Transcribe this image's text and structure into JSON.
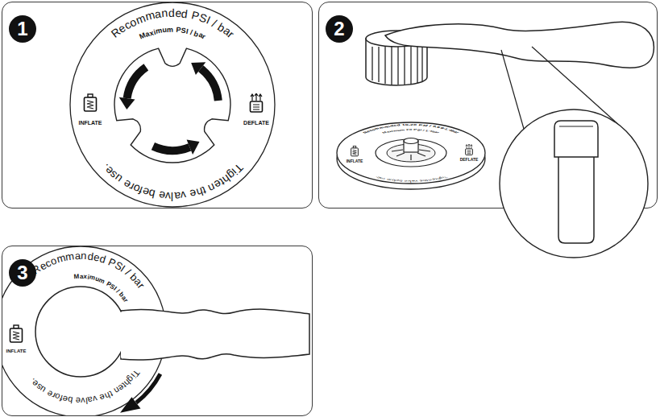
{
  "diagram": {
    "nodes": [
      {
        "text": [
          "1"
        ]
      },
      {
        "text": [
          "2"
        ]
      },
      {
        "text": [
          "3"
        ]
      }
    ],
    "labels": [
      "Recommanded PSI / bar",
      "Maximum PSI / bar",
      "INFLATE",
      "DEFLATE",
      "Tighten the valve before use.",
      "Recommanded 10-20 PSI / 0.69-1.4bar",
      "Maximum 20 PSI / 1.4bar",
      "INFLATE",
      "DEFLATE",
      "Tighten the valve before use.",
      "Recommanded PSI / bar",
      "Maximum PSI / bar",
      "INFLATE",
      "Tighten the valve before use."
    ]
  }
}
